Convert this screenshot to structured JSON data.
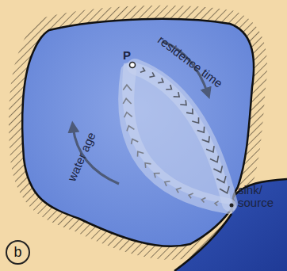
{
  "diagram": {
    "nodes": [
      {
        "text": [
          "b"
        ]
      }
    ],
    "labels": [
      "P",
      "residence time",
      "water age",
      "sink/ source"
    ]
  }
}
